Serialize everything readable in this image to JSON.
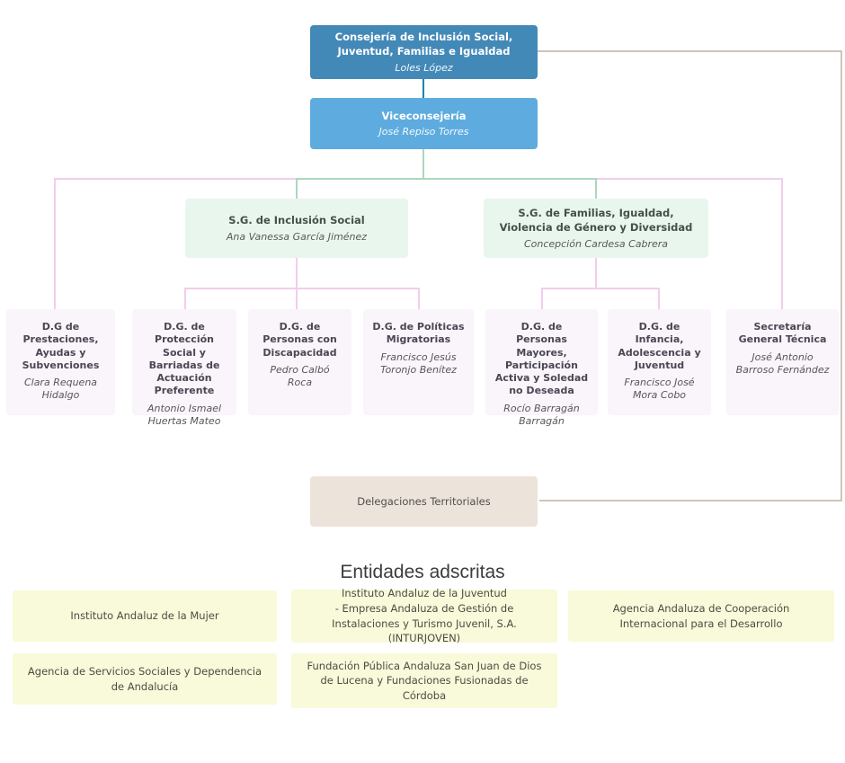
{
  "org": {
    "consejeria": {
      "title": "Consejería de Inclusión Social, Juventud, Familias e Igualdad",
      "name": "Loles López"
    },
    "viceconsejeria": {
      "title": "Viceconsejería",
      "name": "José Repiso Torres"
    },
    "sg": [
      {
        "title": "S.G. de Inclusión Social",
        "name": "Ana Vanessa García Jiménez"
      },
      {
        "title": "S.G. de Familias, Igualdad, Violencia de Género y Diversidad",
        "name": "Concepción Cardesa Cabrera"
      }
    ],
    "dg": [
      {
        "title": "D.G de Prestaciones, Ayudas y Subvenciones",
        "name": "Clara Requena Hidalgo"
      },
      {
        "title": "D.G. de Protección Social y Barriadas de Actuación Preferente",
        "name": "Antonio Ismael Huertas Mateo"
      },
      {
        "title": "D.G. de Personas con Discapacidad",
        "name": "Pedro Calbó Roca"
      },
      {
        "title": "D.G. de Políticas Migratorias",
        "name": "Francisco Jesús Toronjo Benítez"
      },
      {
        "title": "D.G. de Personas Mayores, Participación Activa y Soledad no Deseada",
        "name": "Rocío Barragán Barragán"
      },
      {
        "title": "D.G. de Infancia, Adolescencia y Juventud",
        "name": "Francisco José Mora Cobo"
      },
      {
        "title": "Secretaría General Técnica",
        "name": "José Antonio Barroso Fernández"
      }
    ],
    "delegaciones": {
      "title": "Delegaciones Territoriales"
    }
  },
  "entidades": {
    "heading": "Entidades adscritas",
    "items": [
      {
        "label": "Instituto Andaluz de la Mujer"
      },
      {
        "label": "Instituto Andaluz de la Juventud\n- Empresa Andaluza de Gestión de Instalaciones y Turismo Juvenil, S.A. (INTURJOVEN)"
      },
      {
        "label": "Agencia Andaluza de Cooperación Internacional para el Desarrollo"
      },
      {
        "label": "Agencia de Servicios Sociales y Dependencia de Andalucía"
      },
      {
        "label": "Fundación Pública Andaluza San Juan de Dios de Lucena y Fundaciones Fusionadas de Córdoba"
      }
    ]
  },
  "colors": {
    "consejeria_bg": "#4389b8",
    "viceconsejeria_bg": "#5eacdf",
    "sg_bg": "#e9f6ee",
    "dg_bg": "#faf4fb",
    "delegaciones_bg": "#ece3da",
    "entidades_bg": "#f8fad9",
    "connector_teal": "#0f87a8",
    "connector_green": "#abd7c0",
    "connector_pink": "#f2cdec",
    "connector_tan": "#cfc4ba"
  }
}
